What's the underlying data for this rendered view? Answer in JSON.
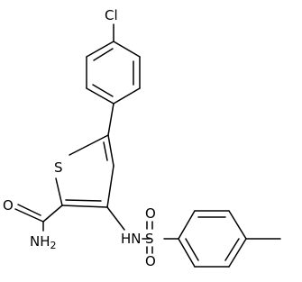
{
  "molecule": {
    "atom_labels": {
      "chlorine": "Cl",
      "thiophene_sulfur": "S",
      "carbonyl_oxygen": "O",
      "amide_nitrogen": "NH2",
      "sulfonamide_nitrogen": "HN",
      "sulfonyl_sulfur": "S",
      "sulfonyl_oxygen_top": "O",
      "sulfonyl_oxygen_bottom": "O"
    }
  },
  "colors": {
    "bond": "#000000",
    "background": "#ffffff"
  }
}
